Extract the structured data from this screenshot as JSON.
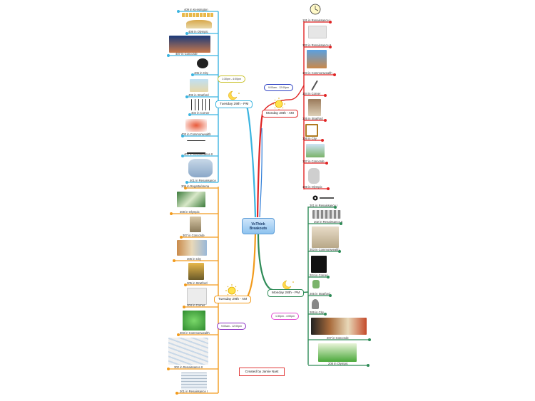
{
  "central": {
    "line1": "VoThink",
    "line2": "Breakouts"
  },
  "credit": "Created by Jamie Nast",
  "colors": {
    "monday_am": "#e02424",
    "monday_pm": "#2e8b57",
    "tuesday_am": "#f29b1d",
    "tuesday_pm": "#3bb4e0",
    "spine": "#2f7ed8"
  },
  "branches": {
    "monday_am": {
      "label": "Monday 28th - AM",
      "time": "9:00am - 12:00pm",
      "items": [
        "101 in Renaissance I",
        "102 in Renaissance II",
        "103 in Commonwealth",
        "104 in Corner",
        "105 in Stratford",
        "106 in City",
        "107 in Concorde",
        "108 in Olympic"
      ]
    },
    "monday_pm": {
      "label": "Monday 28th - PM",
      "time": "1:30pm - 4:00pm",
      "items": [
        "201 in Renaissance I",
        "202 in Renaissance II",
        "203 in Commonwealth",
        "204 in Corner",
        "205 in Stratford",
        "206 in City",
        "207 in Concorde",
        "208 in Olympic"
      ]
    },
    "tuesday_am": {
      "label": "Tuesday 29th - AM",
      "time": "9:00am - 12:00pm",
      "items": [
        "301 in Renaissance I",
        "302 in Renaissance II",
        "303 in Commonwealth",
        "304 in Corner",
        "305 in Stratford",
        "306 in City",
        "307 in Concorde",
        "308 in Olympic",
        "309 in Regatta/arena"
      ]
    },
    "tuesday_pm": {
      "label": "Tuesday 29th - PM",
      "time": "1:30pm - 4:00pm",
      "items": [
        "401 in Renaissance",
        "402 in Renaissance II",
        "403 in Commonwealth",
        "404 in Corner",
        "405 in Stratford",
        "406 in City",
        "407 in Concorde",
        "408 in Olympic",
        "409 in Kensington"
      ]
    }
  }
}
